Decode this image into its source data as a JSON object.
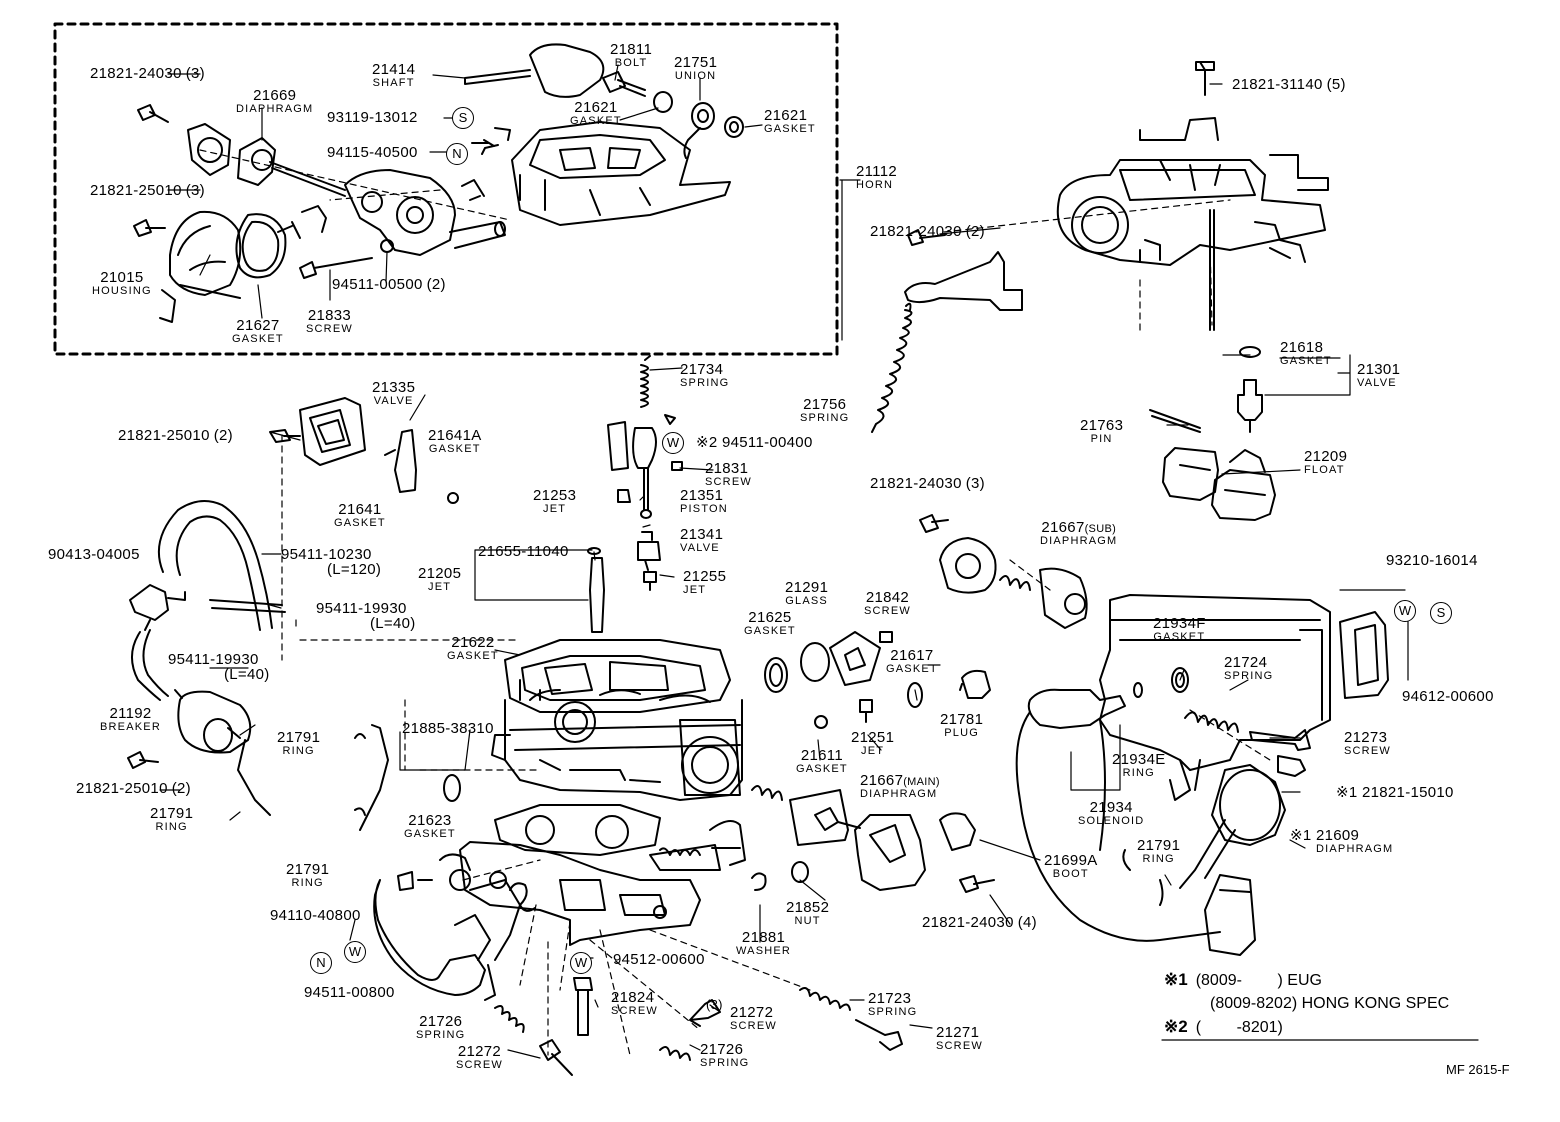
{
  "diagram_code": "MF 2615-F",
  "markers": {
    "s": "S",
    "n": "N",
    "w": "W"
  },
  "notes": [
    {
      "symbol": "※1",
      "range": "(8009-        )",
      "text": "EUG"
    },
    {
      "symbol": "",
      "range": "(8009-8202)",
      "text": "HONG KONG SPEC"
    },
    {
      "symbol": "※2",
      "range": "(        -8201)",
      "text": ""
    }
  ],
  "parts": {
    "p21821_24030_3_top": {
      "number": "21821-24030",
      "qty": "(3)"
    },
    "p21669": {
      "number": "21669",
      "name": "DIAPHRAGM"
    },
    "p21414": {
      "number": "21414",
      "name": "SHAFT"
    },
    "p21811": {
      "number": "21811",
      "name": "BOLT"
    },
    "p21751": {
      "number": "21751",
      "name": "UNION"
    },
    "p93119": {
      "number": "93119-13012"
    },
    "p21621_a": {
      "number": "21621",
      "name": "GASKET"
    },
    "p21621_b": {
      "number": "21621",
      "name": "GASKET"
    },
    "p94115": {
      "number": "94115-40500"
    },
    "p21112": {
      "number": "21112",
      "name": "HORN"
    },
    "p21821_25010_3": {
      "number": "21821-25010",
      "qty": "(3)"
    },
    "p21015": {
      "number": "21015",
      "name": "HOUSING"
    },
    "p21627": {
      "number": "21627",
      "name": "GASKET"
    },
    "p21833": {
      "number": "21833",
      "name": "SCREW"
    },
    "p94511_00500": {
      "number": "94511-00500",
      "qty": "(2)"
    },
    "p21821_31140": {
      "number": "21821-31140",
      "qty": "(5)"
    },
    "p21821_24030_2": {
      "number": "21821-24030",
      "qty": "(2)"
    },
    "p21734": {
      "number": "21734",
      "name": "SPRING"
    },
    "p21335": {
      "number": "21335",
      "name": "VALVE"
    },
    "p21821_25010_2_a": {
      "number": "21821-25010",
      "qty": "(2)"
    },
    "p21641a": {
      "number": "21641A",
      "name": "GASKET"
    },
    "p21641": {
      "number": "21641",
      "name": "GASKET"
    },
    "p94511_00400": {
      "number": "94511-00400",
      "prefix": "※2"
    },
    "p21831": {
      "number": "21831",
      "name": "SCREW"
    },
    "p21253": {
      "number": "21253",
      "name": "JET"
    },
    "p21351": {
      "number": "21351",
      "name": "PISTON"
    },
    "p21341": {
      "number": "21341",
      "name": "VALVE"
    },
    "p21255": {
      "number": "21255",
      "name": "JET"
    },
    "p21756": {
      "number": "21756",
      "name": "SPRING"
    },
    "p21618": {
      "number": "21618",
      "name": "GASKET"
    },
    "p21301": {
      "number": "21301",
      "name": "VALVE"
    },
    "p21763": {
      "number": "21763",
      "name": "PIN"
    },
    "p21209": {
      "number": "21209",
      "name": "FLOAT"
    },
    "p21821_24030_3_mid": {
      "number": "21821-24030",
      "qty": "(3)"
    },
    "p21667_sub": {
      "number": "21667",
      "suffix": "(SUB)",
      "name": "DIAPHRAGM"
    },
    "p93210": {
      "number": "93210-16014"
    },
    "p90413": {
      "number": "90413-04005"
    },
    "p95411_10230": {
      "number": "95411-10230",
      "sub": "(L=120)"
    },
    "p21655": {
      "number": "21655-11040"
    },
    "p21205": {
      "number": "21205",
      "name": "JET"
    },
    "p95411_19930_a": {
      "number": "95411-19930",
      "sub": "(L=40)"
    },
    "p21291": {
      "number": "21291",
      "name": "GLASS"
    },
    "p21842": {
      "number": "21842",
      "name": "SCREW"
    },
    "p21625": {
      "number": "21625",
      "name": "GASKET"
    },
    "p21622": {
      "number": "21622",
      "name": "GASKET"
    },
    "p21617": {
      "number": "21617",
      "name": "GASKET"
    },
    "p21934f": {
      "number": "21934F",
      "name": "GASKET"
    },
    "p21724": {
      "number": "21724",
      "name": "SPRING"
    },
    "p94612": {
      "number": "94612-00600"
    },
    "p95411_19930_b": {
      "number": "95411-19930",
      "sub": "(L=40)"
    },
    "p21781": {
      "number": "21781",
      "name": "PLUG"
    },
    "p21192": {
      "number": "21192",
      "name": "BREAKER"
    },
    "p21791_a": {
      "number": "21791",
      "name": "RING"
    },
    "p21885": {
      "number": "21885-38310"
    },
    "p21611": {
      "number": "21611",
      "name": "GASKET"
    },
    "p21251": {
      "number": "21251",
      "name": "JET"
    },
    "p21934e": {
      "number": "21934E",
      "name": "RING"
    },
    "p21273": {
      "number": "21273",
      "name": "SCREW"
    },
    "p21821_25010_2_b": {
      "number": "21821-25010",
      "qty": "(2)"
    },
    "p21667_main": {
      "number": "21667",
      "suffix": "(MAIN)",
      "name": "DIAPHRAGM"
    },
    "p21821_15010": {
      "number": "21821-15010",
      "prefix": "※1"
    },
    "p21791_b": {
      "number": "21791",
      "name": "RING"
    },
    "p21934": {
      "number": "21934",
      "name": "SOLENOID"
    },
    "p21623": {
      "number": "21623",
      "name": "GASKET"
    },
    "p21609": {
      "number": "21609",
      "prefix": "※1",
      "name": "DIAPHRAGM"
    },
    "p21791_c": {
      "number": "21791",
      "name": "RING"
    },
    "p21791_d": {
      "number": "21791",
      "name": "RING"
    },
    "p21699a": {
      "number": "21699A",
      "name": "BOOT"
    },
    "p21852": {
      "number": "21852",
      "name": "NUT"
    },
    "p94110": {
      "number": "94110-40800"
    },
    "p21821_24030_4": {
      "number": "21821-24030",
      "qty": "(4)"
    },
    "p21881": {
      "number": "21881",
      "name": "WASHER"
    },
    "p94511_00800": {
      "number": "94511-00800"
    },
    "p94512": {
      "number": "94512-00600"
    },
    "p21824": {
      "number": "21824",
      "name": "SCREW"
    },
    "p21272_qty": {
      "number": "(3)"
    },
    "p21272_a": {
      "number": "21272",
      "name": "SCREW"
    },
    "p21723": {
      "number": "21723",
      "name": "SPRING"
    },
    "p21726_a": {
      "number": "21726",
      "name": "SPRING"
    },
    "p21271": {
      "number": "21271",
      "name": "SCREW"
    },
    "p21272_b": {
      "number": "21272",
      "name": "SCREW"
    },
    "p21726_b": {
      "number": "21726",
      "name": "SPRING"
    }
  }
}
